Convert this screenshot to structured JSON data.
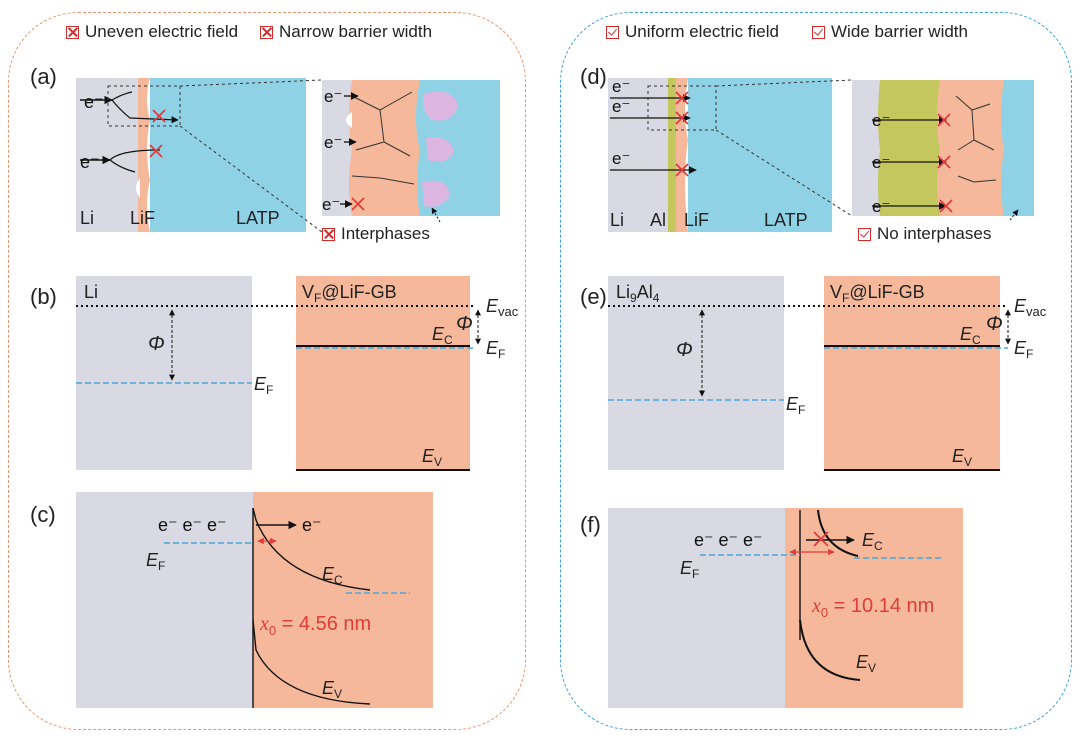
{
  "left": {
    "legend": {
      "item1": "Uneven electric field",
      "item2": "Narrow barrier width",
      "item3": "Interphases"
    },
    "panel_a": {
      "label": "(a)",
      "electron": "e⁻",
      "li": "Li",
      "lif": "LiF",
      "latp": "LATP"
    },
    "panel_b": {
      "label": "(b)",
      "metal": "Li",
      "interface_main": "V",
      "interface_sub": "F",
      "interface_rest": "@LiF-GB",
      "phi": "Φ",
      "e_vac": "E",
      "e_vac_sub": "vac",
      "e_c": "E",
      "e_c_sub": "C",
      "e_f": "E",
      "e_f_sub": "F",
      "e_v": "E",
      "e_v_sub": "V"
    },
    "panel_c": {
      "label": "(c)",
      "electrons": "e⁻ e⁻ e⁻",
      "electron_out": "e⁻",
      "e_f": "E",
      "e_f_sub": "F",
      "e_c": "E",
      "e_c_sub": "C",
      "e_v": "E",
      "e_v_sub": "V",
      "width_var": "x",
      "width_sub": "0",
      "width_value": " = 4.56 nm"
    }
  },
  "right": {
    "legend": {
      "item1": "Uniform electric field",
      "item2": "Wide barrier width",
      "item3": "No interphases"
    },
    "panel_d": {
      "label": "(d)",
      "electron": "e⁻",
      "li": "Li",
      "al": "Al",
      "lif": "LiF",
      "latp": "LATP"
    },
    "panel_e": {
      "label": "(e)",
      "metal_a": "Li",
      "metal_sub1": "9",
      "metal_b": "Al",
      "metal_sub2": "4",
      "interface_main": "V",
      "interface_sub": "F",
      "interface_rest": "@LiF-GB",
      "phi": "Φ",
      "e_vac": "E",
      "e_vac_sub": "vac",
      "e_c": "E",
      "e_c_sub": "C",
      "e_f": "E",
      "e_f_sub": "F",
      "e_v": "E",
      "e_v_sub": "V"
    },
    "panel_f": {
      "label": "(f)",
      "electrons": "e⁻ e⁻ e⁻",
      "e_f": "E",
      "e_f_sub": "F",
      "e_c": "E",
      "e_c_sub": "C",
      "e_v": "E",
      "e_v_sub": "V",
      "width_var": "x",
      "width_sub": "0",
      "width_value": " = 10.14 nm"
    }
  },
  "colors": {
    "metal_gray": "#d9d9e3",
    "lif_salmon": "#f5b89a",
    "latp_blue": "#8fd2e6",
    "al_green": "#c4c65e",
    "cross_red": "#e03c3c",
    "fermi_blue": "#4aa8d8",
    "frame_left": "#e8946a",
    "frame_right": "#3aa0d8",
    "interphase_pink": "#dcb6e0",
    "annot_red": "#e03c3c"
  }
}
